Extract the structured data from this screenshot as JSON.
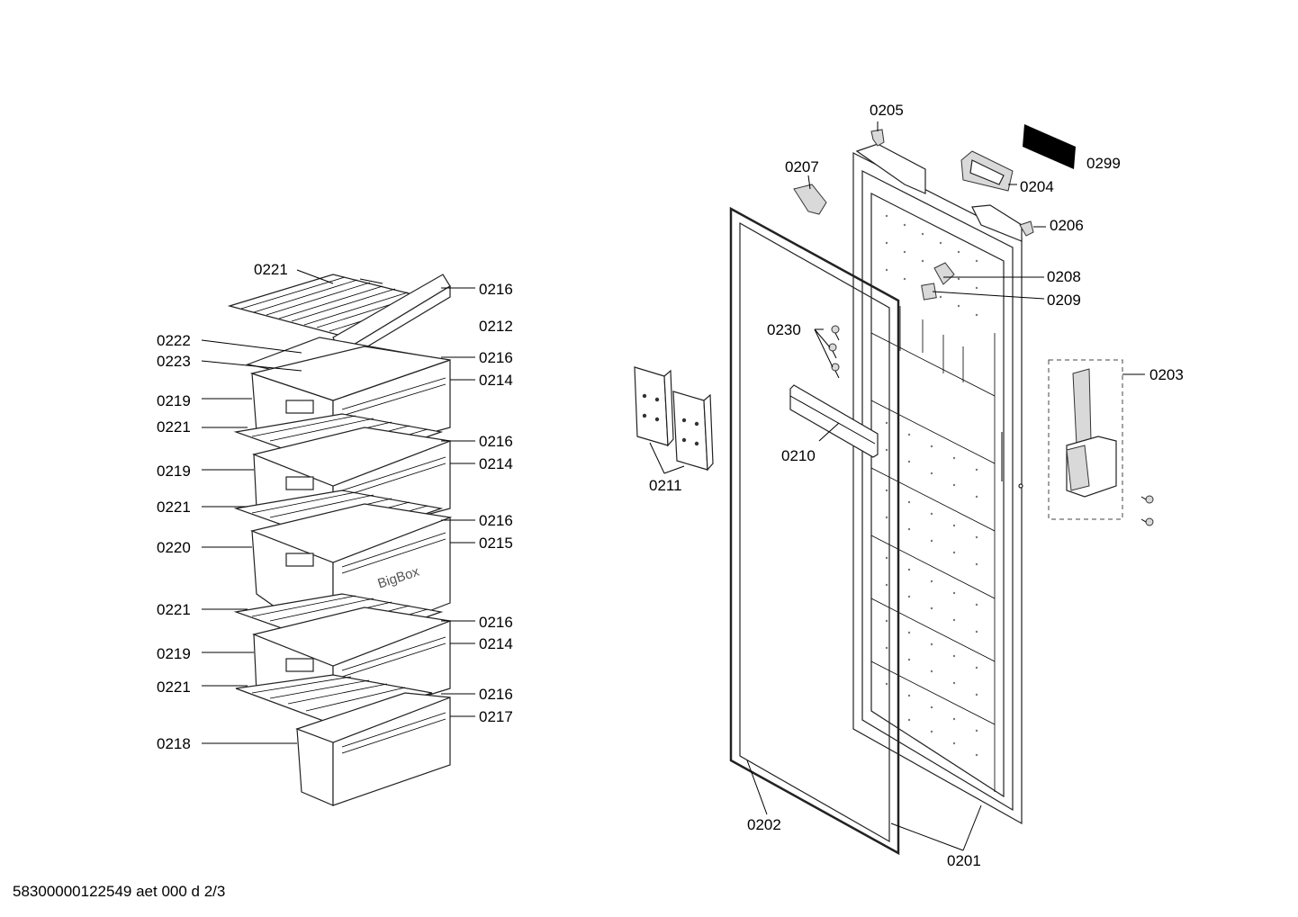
{
  "labels": [
    {
      "id": "0221",
      "text": "0221"
    },
    {
      "id": "0216",
      "text": "0216"
    },
    {
      "id": "0212",
      "text": "0212"
    },
    {
      "id": "0222",
      "text": "0222"
    },
    {
      "id": "0223",
      "text": "0223"
    },
    {
      "id": "0214",
      "text": "0214"
    },
    {
      "id": "0219",
      "text": "0219"
    },
    {
      "id": "0220",
      "text": "0220"
    },
    {
      "id": "0215",
      "text": "0215"
    },
    {
      "id": "0218",
      "text": "0218"
    },
    {
      "id": "0217",
      "text": "0217"
    },
    {
      "id": "0205",
      "text": "0205"
    },
    {
      "id": "0299",
      "text": "0299"
    },
    {
      "id": "0207",
      "text": "0207"
    },
    {
      "id": "0204",
      "text": "0204"
    },
    {
      "id": "0206",
      "text": "0206"
    },
    {
      "id": "0208",
      "text": "0208"
    },
    {
      "id": "0209",
      "text": "0209"
    },
    {
      "id": "0230",
      "text": "0230"
    },
    {
      "id": "0203",
      "text": "0203"
    },
    {
      "id": "0210",
      "text": "0210"
    },
    {
      "id": "0211",
      "text": "0211"
    },
    {
      "id": "0202",
      "text": "0202"
    },
    {
      "id": "0201",
      "text": "0201"
    }
  ],
  "drawer_brand": "BigBox",
  "document_id": "58300000122549 aet 000 d 2/3"
}
